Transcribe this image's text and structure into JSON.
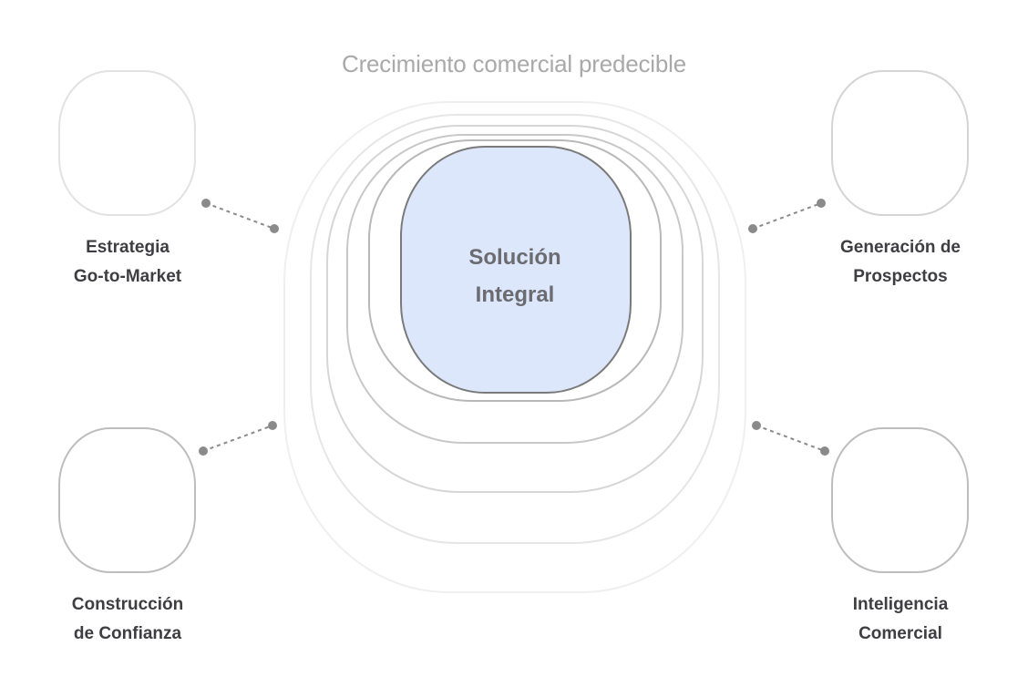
{
  "title": "Crecimiento comercial predecible",
  "center": {
    "line1": "Solución",
    "line2": "Integral",
    "fill_color": "#dde7fc",
    "stroke_color": "#7a7a7a"
  },
  "nodes": [
    {
      "line1": "Estrategia",
      "line2": "Go-to-Market"
    },
    {
      "line1": "Generación de",
      "line2": "Prospectos"
    },
    {
      "line1": "Construcción",
      "line2": "de Confianza"
    },
    {
      "line1": "Inteligencia",
      "line2": "Comercial"
    }
  ],
  "colors": {
    "title": "#a9a9a9",
    "connector": "#8a8a8a",
    "node_outline_light": "#e2e2e2",
    "node_outline_dark": "#bdbdbd",
    "label": "#3e3e42"
  }
}
